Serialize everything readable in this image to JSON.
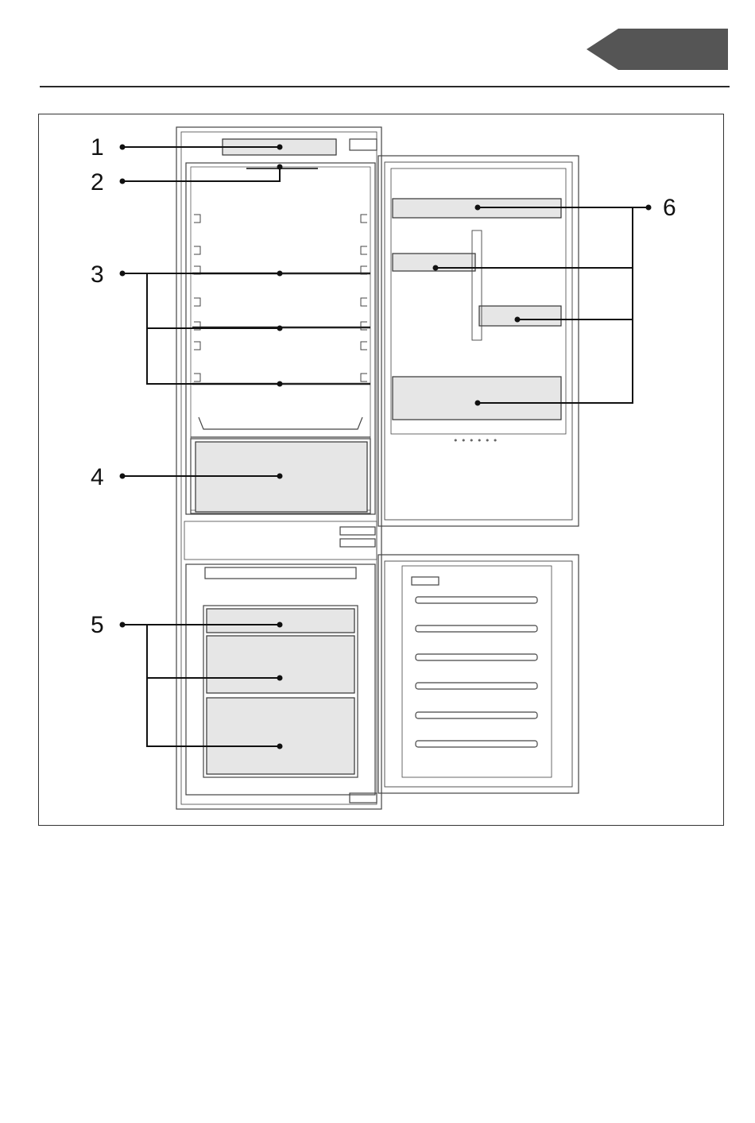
{
  "header": {
    "tab_color": "#555555"
  },
  "figure": {
    "callouts": [
      {
        "number": "1",
        "part": "top-panel"
      },
      {
        "number": "2",
        "part": "interior-light"
      },
      {
        "number": "3",
        "part": "glass-shelves"
      },
      {
        "number": "4",
        "part": "crisper-drawer"
      },
      {
        "number": "5",
        "part": "freezer-drawers"
      },
      {
        "number": "6",
        "part": "door-balconies"
      }
    ],
    "colors": {
      "line": "#1a1a1a",
      "shelf_fill": "#e6e6e6",
      "outline": "#444444"
    }
  }
}
